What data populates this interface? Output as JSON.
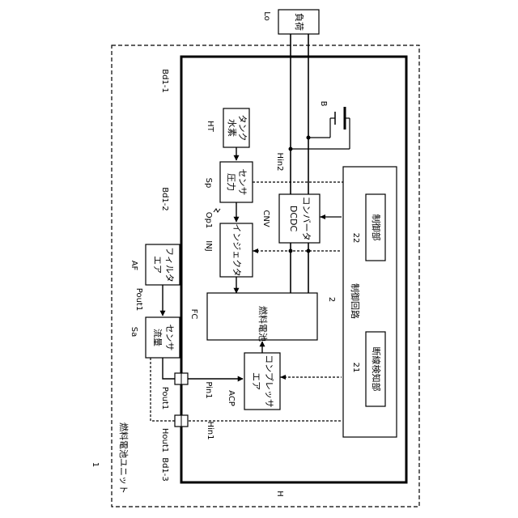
{
  "unit": {
    "ref": "1",
    "name": "燃料電池ユニット"
  },
  "housing_ref": "H",
  "boundary_refs": {
    "bd1_1": "Bd1-1",
    "bd1_2": "Bd1-2",
    "bd1_3": "Bd1-3"
  },
  "load": {
    "ref": "Lo",
    "label": "負荷"
  },
  "battery_ref": "B",
  "hydrogen_tank": {
    "ref": "HT",
    "label_1": "水素",
    "label_2": "タンク"
  },
  "pressure_sensor": {
    "ref": "Sp",
    "label_1": "圧力",
    "label_2": "センサ"
  },
  "injector": {
    "ref": "INJ",
    "label": "インジェクタ"
  },
  "fuel_cell": {
    "ref": "FC",
    "label": "燃料電池"
  },
  "air_filter": {
    "ref": "AF",
    "label_1": "エア",
    "label_2": "フィルタ"
  },
  "flow_sensor": {
    "ref": "Sa",
    "label_1": "流量",
    "label_2": "センサ"
  },
  "air_compressor": {
    "ref": "ACP",
    "label_1": "エア",
    "label_2": "コンプレッサ"
  },
  "dcdc_converter": {
    "ref": "CNV",
    "label_1": "DCDC",
    "label_2": "コンバータ"
  },
  "control_circuit": {
    "ref": "2",
    "label": "制御回路"
  },
  "controller": {
    "ref": "22",
    "label": "制御部"
  },
  "disconnection_detector": {
    "ref": "21",
    "label": "断線検知部"
  },
  "signals": {
    "pout1_top": "Pout1",
    "pout1_bottom": "Pout1",
    "pin1": "Pin1",
    "hout1": "Hout1",
    "hin1": "Hin1",
    "hin2": "Hin2",
    "op1": "Op1"
  }
}
